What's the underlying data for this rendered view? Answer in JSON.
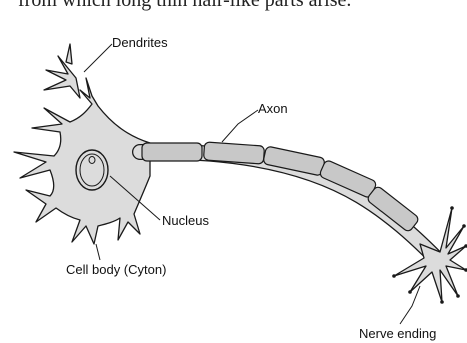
{
  "page": {
    "top_text": "from which long thin hair-like parts arise."
  },
  "diagram": {
    "labels": {
      "dendrites": "Dendrites",
      "axon": "Axon",
      "nucleus": "Nucleus",
      "cell_body": "Cell body (Cyton)",
      "nerve_ending": "Nerve ending"
    },
    "colors": {
      "cell_fill": "#dcdcdc",
      "myelin_fill": "#c8c8c8",
      "outline": "#1a1a1a"
    }
  }
}
